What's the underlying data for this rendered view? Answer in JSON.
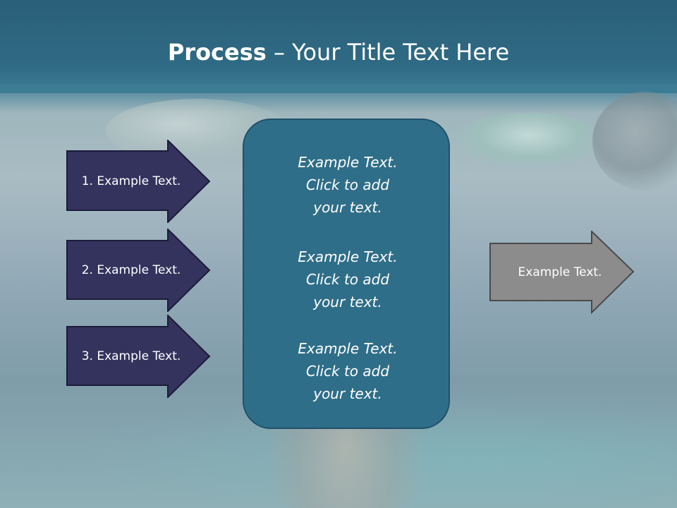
{
  "slide": {
    "title_bold": "Process",
    "title_rest": " – Your Title Text Here",
    "left_arrows": [
      {
        "label": "1. Example Text."
      },
      {
        "label": "2. Example Text."
      },
      {
        "label": "3. Example Text."
      }
    ],
    "center_blocks": [
      {
        "text": "Example Text.\nClick  to add\nyour text."
      },
      {
        "text": "Example Text.\nClick  to add\nyour text."
      },
      {
        "text": "Example Text.\nClick  to add\nyour text."
      }
    ],
    "output_arrow": {
      "label": "Example Text."
    }
  },
  "colors": {
    "left_arrow_fill": "#34335e",
    "center_box_fill": "#2f6e88",
    "output_arrow_fill": "#8c8c8c"
  }
}
